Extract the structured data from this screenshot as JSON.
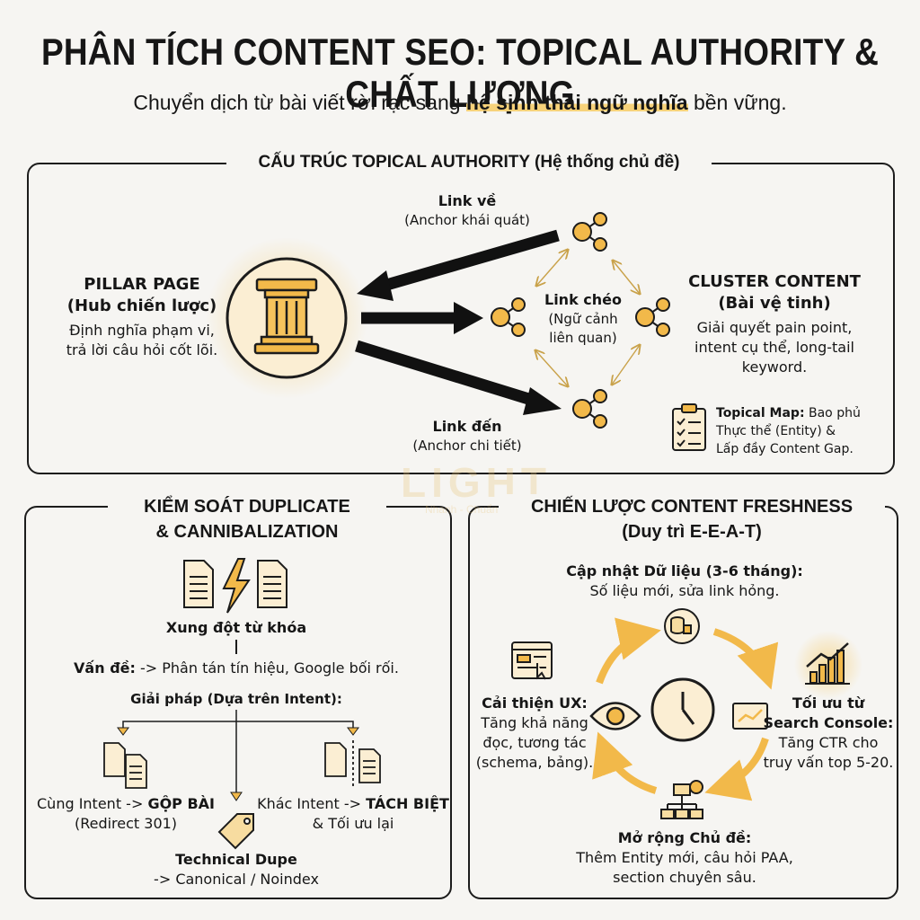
{
  "header": {
    "title": "PHÂN TÍCH CONTENT SEO: TOPICAL AUTHORITY & CHẤT LƯỢNG",
    "subtitle_pre": "Chuyển dịch từ bài viết rời rạc sang ",
    "subtitle_highlight": "hệ sinh thái ngữ nghĩa",
    "subtitle_post": " bền vững."
  },
  "topical": {
    "heading": "CẤU TRÚC TOPICAL AUTHORITY (Hệ thống chủ đề)",
    "pillar_title": "PILLAR PAGE",
    "pillar_subtitle": "(Hub chiến lược)",
    "pillar_desc_1": "Định nghĩa phạm vi,",
    "pillar_desc_2": "trả lời câu hỏi cốt lõi.",
    "link_ve": "Link về",
    "link_ve_sub": "(Anchor khái quát)",
    "link_den": "Link đến",
    "link_den_sub": "(Anchor chi tiết)",
    "link_cheo": "Link chéo",
    "link_cheo_sub_1": "(Ngữ cảnh",
    "link_cheo_sub_2": "liên quan)",
    "cluster_title": "CLUSTER CONTENT",
    "cluster_subtitle": "(Bài vệ tinh)",
    "cluster_desc_1": "Giải quyết pain point,",
    "cluster_desc_2": "intent cụ thể, long-tail",
    "cluster_desc_3": "keyword.",
    "map_label": "Topical Map:",
    "map_text_1": " Bao phủ",
    "map_text_2": "Thực thể (Entity) &",
    "map_text_3": "Lấp đầy Content Gap."
  },
  "duplicate": {
    "heading_1": "KIỂM SOÁT DUPLICATE",
    "heading_2": "& CANNIBALIZATION",
    "conflict": "Xung đột từ khóa",
    "problem_label": "Vấn đề:",
    "problem_text": " -> Phân tán tín hiệu, Google bối rối.",
    "solution": "Giải pháp (Dựa trên Intent):",
    "same_pre": "Cùng Intent -> ",
    "same_bold": "GỘP BÀI",
    "same_sub": "(Redirect 301)",
    "diff_pre": "Khác Intent -> ",
    "diff_bold": "TÁCH BIỆT",
    "diff_sub": "& Tối ưu lại",
    "tech_title": "Technical Dupe",
    "tech_sub": "-> Canonical / Noindex"
  },
  "freshness": {
    "heading_1": "CHIẾN LƯỢC CONTENT FRESHNESS",
    "heading_2": "(Duy trì E-E-A-T)",
    "update_title": "Cập nhật Dữ liệu (3-6 tháng):",
    "update_text": "Số liệu mới, sửa link hỏng.",
    "ux_title": "Cải thiện UX:",
    "ux_1": "Tăng khả năng",
    "ux_2": "đọc, tương tác",
    "ux_3": "(schema, bảng).",
    "gsc_title_1": "Tối ưu từ",
    "gsc_title_2": "Search Console:",
    "gsc_1": "Tăng CTR cho",
    "gsc_2": "truy vấn top 5-20.",
    "expand_title": "Mở rộng Chủ đề:",
    "expand_1": "Thêm Entity mới, câu hỏi PAA,",
    "expand_2": "section chuyên sâu."
  },
  "watermark": {
    "brand": "LIGHT",
    "tagline": "Nhanh - Chuẩn - Đẹp"
  },
  "colors": {
    "accent": "#f2b94a",
    "accent_light": "#f7dca0",
    "ink": "#161616"
  }
}
